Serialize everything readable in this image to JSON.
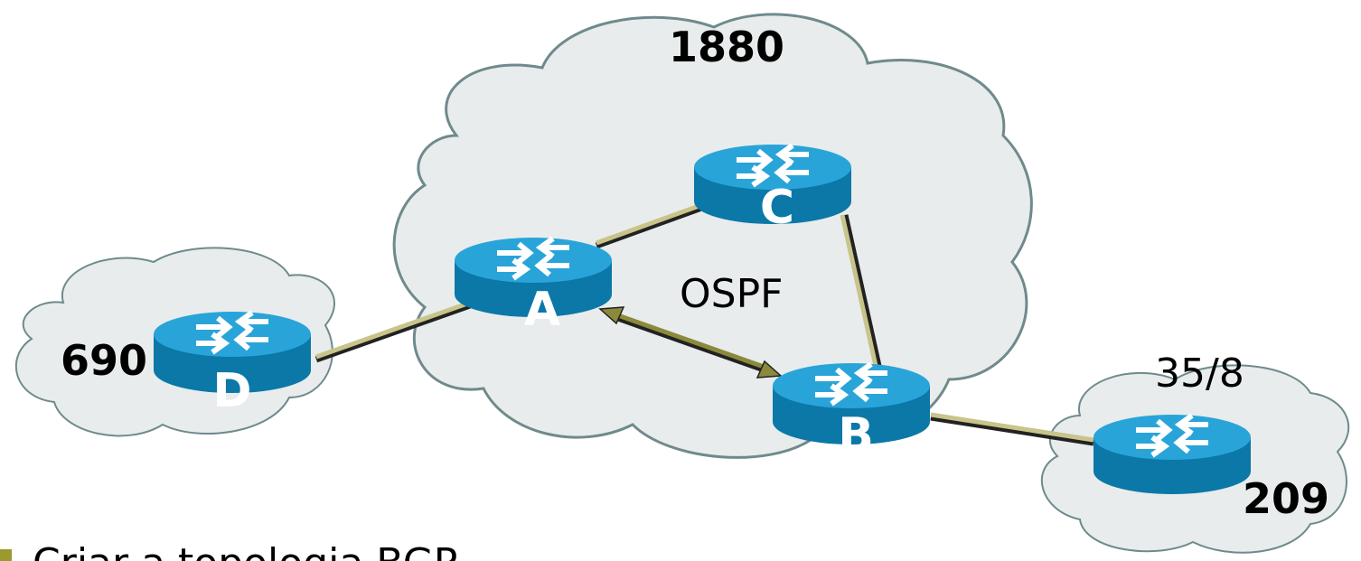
{
  "diagram": {
    "colors": {
      "cloud_fill": "#e8ecec",
      "cloud_stroke": "#6f8a8c",
      "router_top": "#29a4d9",
      "router_side": "#0b78a8",
      "link": "#c8c48a",
      "link_shadow": "#222222",
      "bgp_arrow": "#8a8a3a",
      "bullet": "#9c9a2e"
    },
    "clouds": {
      "main": {
        "as_number": "1880",
        "protocol": "OSPF"
      },
      "left": {
        "as_number": "690"
      },
      "right": {
        "as_number": "209",
        "prefix": "35/8"
      }
    },
    "routers": {
      "a": {
        "label": "A",
        "icon": "router-icon"
      },
      "b": {
        "label": "B",
        "icon": "router-icon"
      },
      "c": {
        "label": "C",
        "icon": "router-icon"
      },
      "d": {
        "label": "D",
        "icon": "router-icon"
      }
    },
    "bullet_text": "Criar a topologia BGP"
  }
}
